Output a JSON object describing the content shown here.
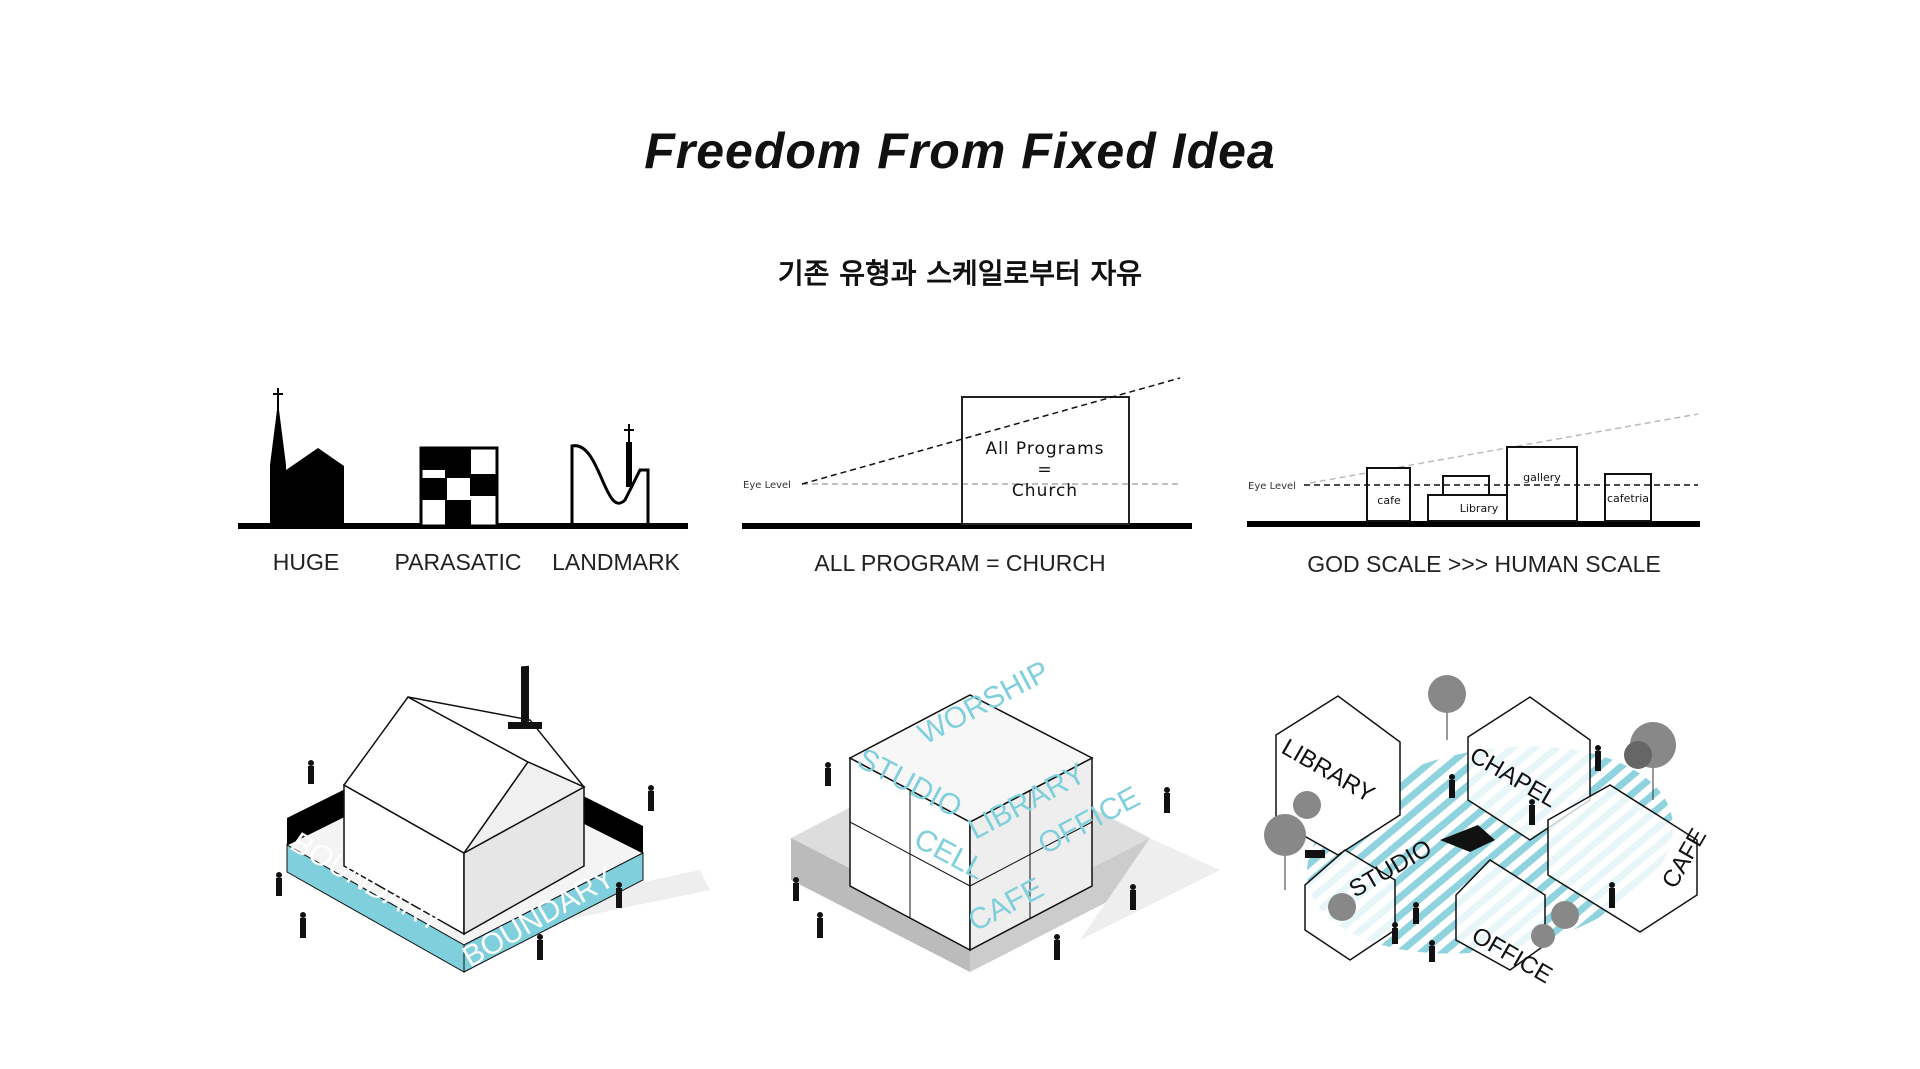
{
  "title": "Freedom From Fixed Idea",
  "subtitle": "기존 유형과 스케일로부터 자유",
  "diagrams": {
    "typology": {
      "labels": [
        "HUGE",
        "PARASATIC",
        "LANDMARK"
      ]
    },
    "program": {
      "eye_level": "Eye Level",
      "box_line1": "All Programs",
      "box_line2": "=",
      "box_line3": "Church",
      "caption": "ALL PROGRAM = CHURCH"
    },
    "scale": {
      "eye_level": "Eye Level",
      "boxes": [
        "cafe",
        "Library",
        "gallery",
        "cafetria"
      ],
      "caption": "GOD SCALE >>> HUMAN SCALE"
    }
  },
  "axonometrics": {
    "boundary": {
      "labels": [
        "BOUNDARY",
        "BOUNDARY"
      ]
    },
    "stacked": {
      "labels": [
        "WORSHIP",
        "STUDIO",
        "LIBRARY",
        "OFFICE",
        "CELL",
        "CAFE"
      ]
    },
    "scattered": {
      "labels": [
        "LIBRARY",
        "CHAPEL",
        "STUDIO",
        "OFFICE",
        "CAFE"
      ]
    }
  },
  "colors": {
    "accent": "#7fd0dc",
    "ink": "#111111"
  }
}
